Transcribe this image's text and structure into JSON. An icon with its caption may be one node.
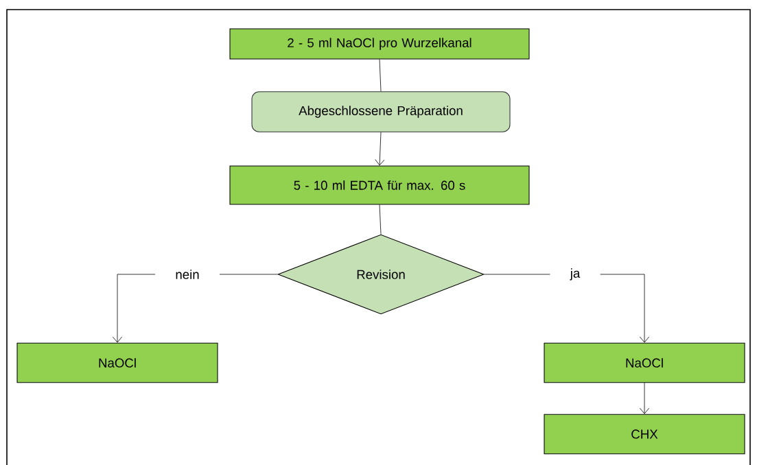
{
  "diagram": {
    "nodes": [
      {
        "text": [
          "2 - 5 ml NaOCl pro Wurzelkanal"
        ]
      },
      {
        "text": [
          "Abgeschlossene Präparation"
        ]
      },
      {
        "text": [
          "5 - 10 ml EDTA für max. 60 s"
        ]
      },
      {
        "text": [
          "Revision"
        ]
      },
      {
        "text": [
          "NaOCl"
        ]
      },
      {
        "text": [
          "NaOCl"
        ]
      },
      {
        "text": [
          "CHX"
        ]
      }
    ],
    "edges": [
      {
        "from": 0,
        "to": 1,
        "arrow": "none"
      },
      {
        "from": 1,
        "to": 2,
        "arrow": "to"
      },
      {
        "from": 2,
        "to": 3,
        "arrow": "none"
      },
      {
        "from": 3,
        "to": 4,
        "arrow": "to",
        "label": "nein"
      },
      {
        "from": 3,
        "to": 5,
        "arrow": "to",
        "label": "ja"
      },
      {
        "from": 5,
        "to": 6,
        "arrow": "to"
      }
    ]
  }
}
